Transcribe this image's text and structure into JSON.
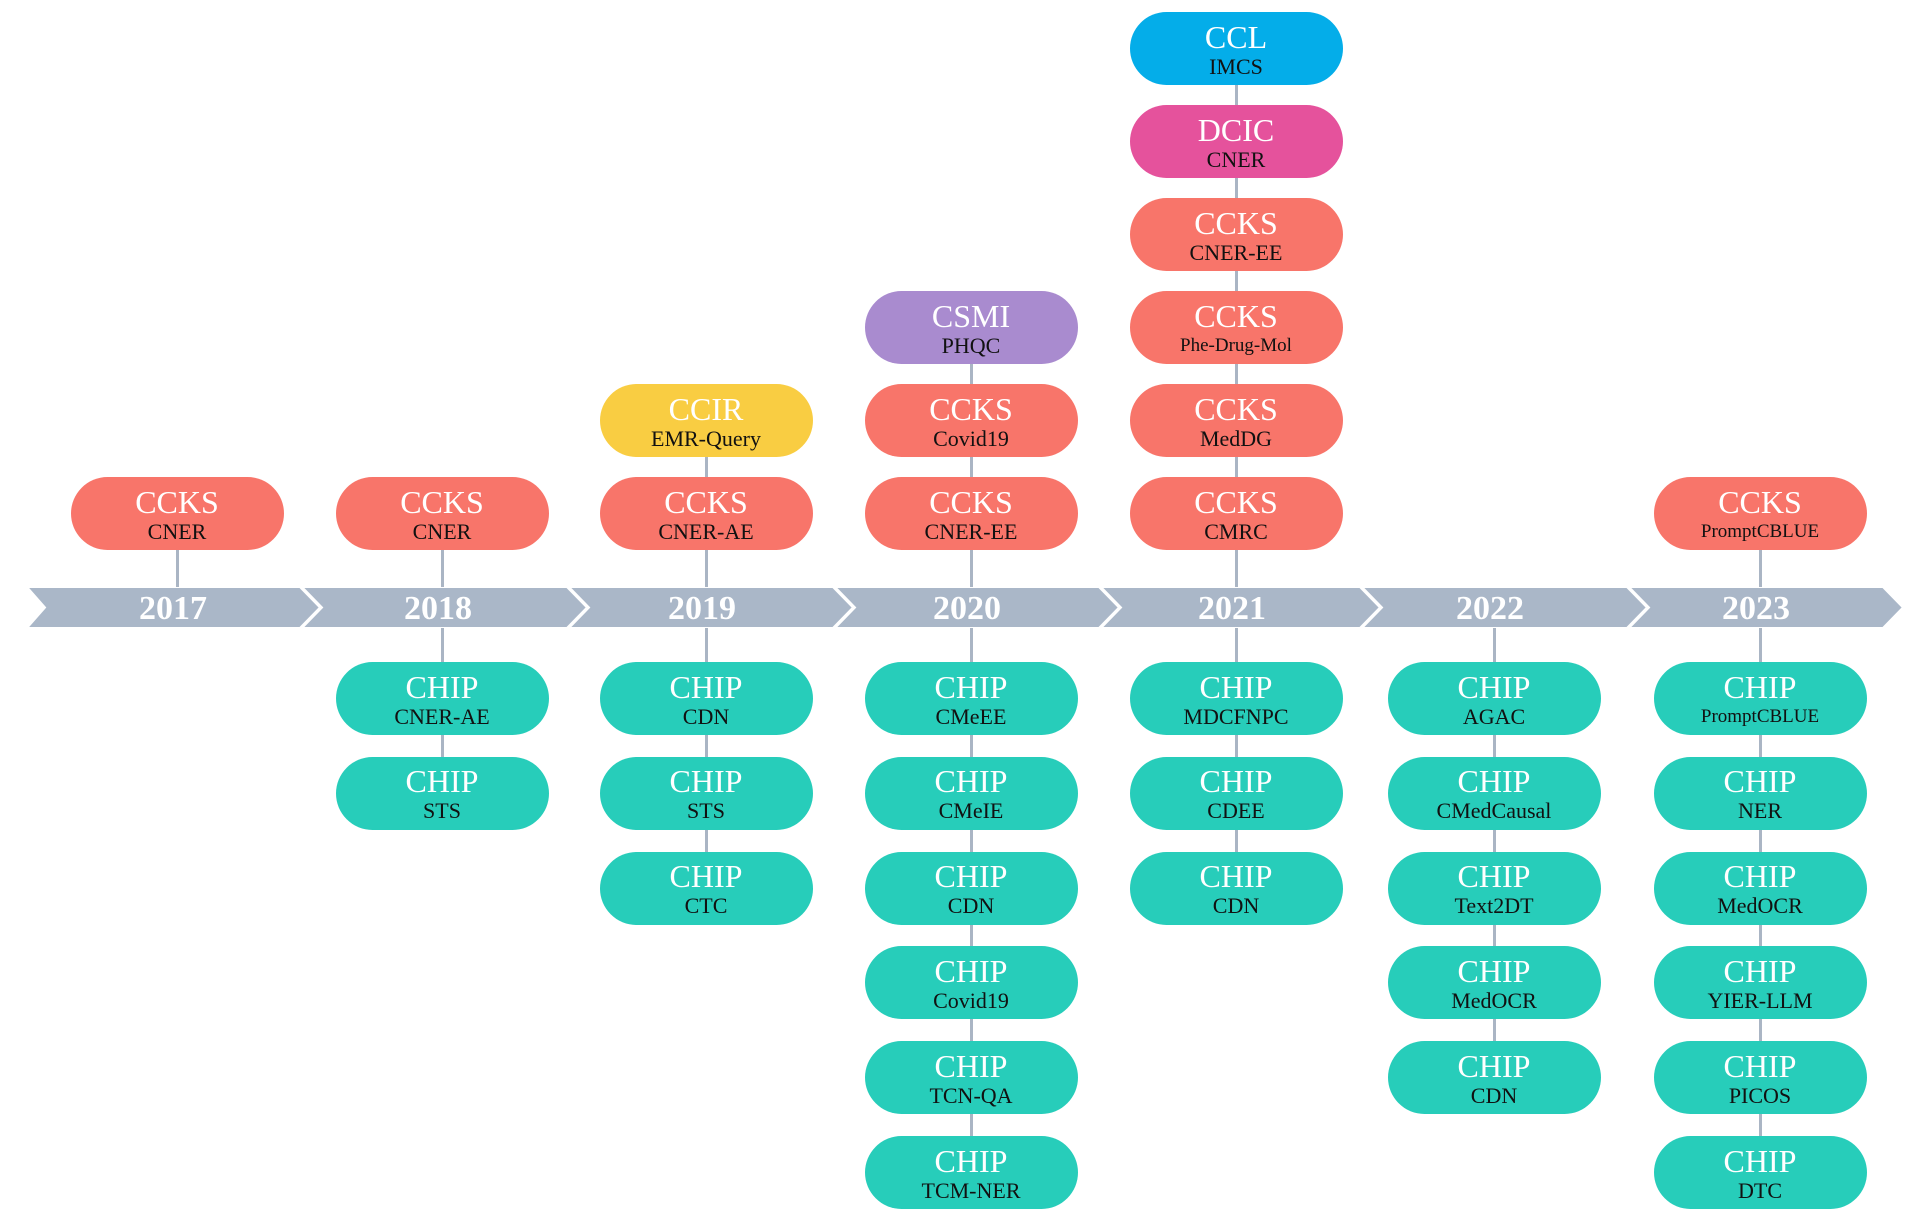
{
  "colors": {
    "CCKS": "#f8756a",
    "CHIP": "#27cdba",
    "CCIR": "#f9cd42",
    "CSMI": "#a98bcf",
    "CCL": "#04ade9",
    "DCIC": "#e5529c",
    "timeline": "#aab7c8",
    "connector": "#aab5c4"
  },
  "years": [
    {
      "year": "2017",
      "above": [
        {
          "org": "CCKS",
          "task": "CNER"
        }
      ],
      "below": []
    },
    {
      "year": "2018",
      "above": [
        {
          "org": "CCKS",
          "task": "CNER"
        }
      ],
      "below": [
        {
          "org": "CHIP",
          "task": "CNER-AE"
        },
        {
          "org": "CHIP",
          "task": "STS"
        }
      ]
    },
    {
      "year": "2019",
      "above": [
        {
          "org": "CCIR",
          "task": "EMR-Query"
        },
        {
          "org": "CCKS",
          "task": "CNER-AE"
        }
      ],
      "below": [
        {
          "org": "CHIP",
          "task": "CDN"
        },
        {
          "org": "CHIP",
          "task": "STS"
        },
        {
          "org": "CHIP",
          "task": "CTC"
        }
      ]
    },
    {
      "year": "2020",
      "above": [
        {
          "org": "CSMI",
          "task": "PHQC"
        },
        {
          "org": "CCKS",
          "task": "Covid19"
        },
        {
          "org": "CCKS",
          "task": "CNER-EE"
        }
      ],
      "below": [
        {
          "org": "CHIP",
          "task": "CMeEE"
        },
        {
          "org": "CHIP",
          "task": "CMeIE"
        },
        {
          "org": "CHIP",
          "task": "CDN"
        },
        {
          "org": "CHIP",
          "task": "Covid19"
        },
        {
          "org": "CHIP",
          "task": "TCN-QA"
        },
        {
          "org": "CHIP",
          "task": "TCM-NER"
        }
      ]
    },
    {
      "year": "2021",
      "above": [
        {
          "org": "CCL",
          "task": "IMCS"
        },
        {
          "org": "DCIC",
          "task": "CNER"
        },
        {
          "org": "CCKS",
          "task": "CNER-EE"
        },
        {
          "org": "CCKS",
          "task": "Phe-Drug-Mol"
        },
        {
          "org": "CCKS",
          "task": "MedDG"
        },
        {
          "org": "CCKS",
          "task": "CMRC"
        }
      ],
      "below": [
        {
          "org": "CHIP",
          "task": "MDCFNPC"
        },
        {
          "org": "CHIP",
          "task": "CDEE"
        },
        {
          "org": "CHIP",
          "task": "CDN"
        }
      ]
    },
    {
      "year": "2022",
      "above": [],
      "below": [
        {
          "org": "CHIP",
          "task": "AGAC"
        },
        {
          "org": "CHIP",
          "task": "CMedCausal"
        },
        {
          "org": "CHIP",
          "task": "Text2DT"
        },
        {
          "org": "CHIP",
          "task": "MedOCR"
        },
        {
          "org": "CHIP",
          "task": "CDN"
        }
      ]
    },
    {
      "year": "2023",
      "above": [
        {
          "org": "CCKS",
          "task": "PromptCBLUE"
        }
      ],
      "below": [
        {
          "org": "CHIP",
          "task": "PromptCBLUE"
        },
        {
          "org": "CHIP",
          "task": "NER"
        },
        {
          "org": "CHIP",
          "task": "MedOCR"
        },
        {
          "org": "CHIP",
          "task": "YIER-LLM"
        },
        {
          "org": "CHIP",
          "task": "PICOS"
        },
        {
          "org": "CHIP",
          "task": "DTC"
        }
      ]
    }
  ]
}
